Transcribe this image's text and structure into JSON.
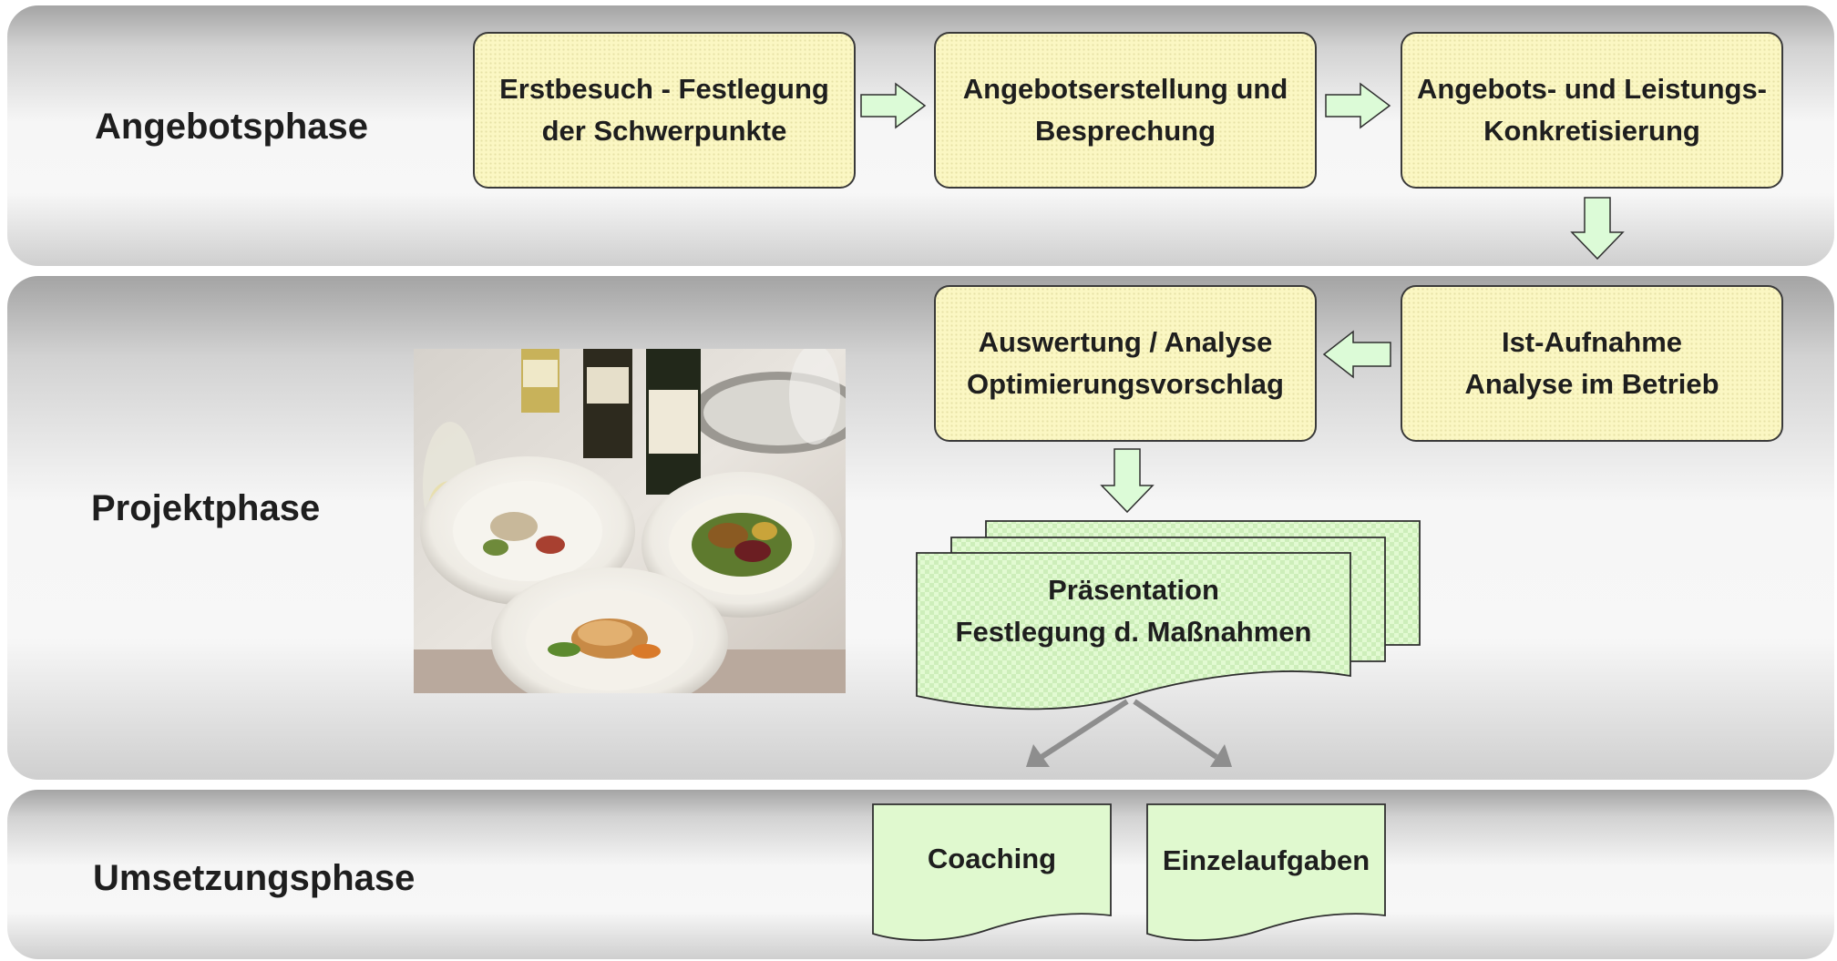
{
  "phases": {
    "offer": "Angebotsphase",
    "project": "Projektphase",
    "implementation": "Umsetzungsphase"
  },
  "steps": {
    "first_visit": "Erstbesuch - Festlegung\nder Schwerpunkte",
    "offer_creation": "Angebotserstellung und\nBesprechung",
    "offer_specification": "Angebots- und Leistungs-\nKonkretisierung",
    "as_is_recording": "Ist-Aufnahme\nAnalyse im Betrieb",
    "evaluation": "Auswertung / Analyse\nOptimierungsvorschlag",
    "presentation": "Präsentation\nFestlegung d. Maßnahmen",
    "coaching": "Coaching",
    "individual_tasks": "Einzelaufgaben"
  },
  "colors": {
    "box_fill": "#fbf7c3",
    "doc_fill": "#e0f9cf",
    "arrow_fill": "#dcfbd7",
    "connector": "#8e8e8e"
  },
  "photo": {
    "icon": "dinner-table-photo"
  }
}
